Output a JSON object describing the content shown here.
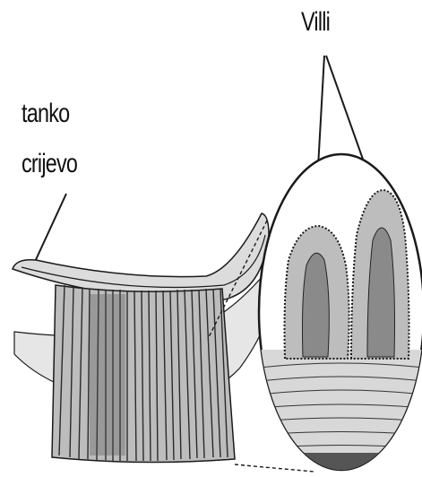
{
  "labels": {
    "villi": "Villi",
    "tanko": "tanko",
    "crijevo": "crijevo"
  },
  "colors": {
    "ink": "#1a1a1a",
    "background": "#ffffff"
  }
}
